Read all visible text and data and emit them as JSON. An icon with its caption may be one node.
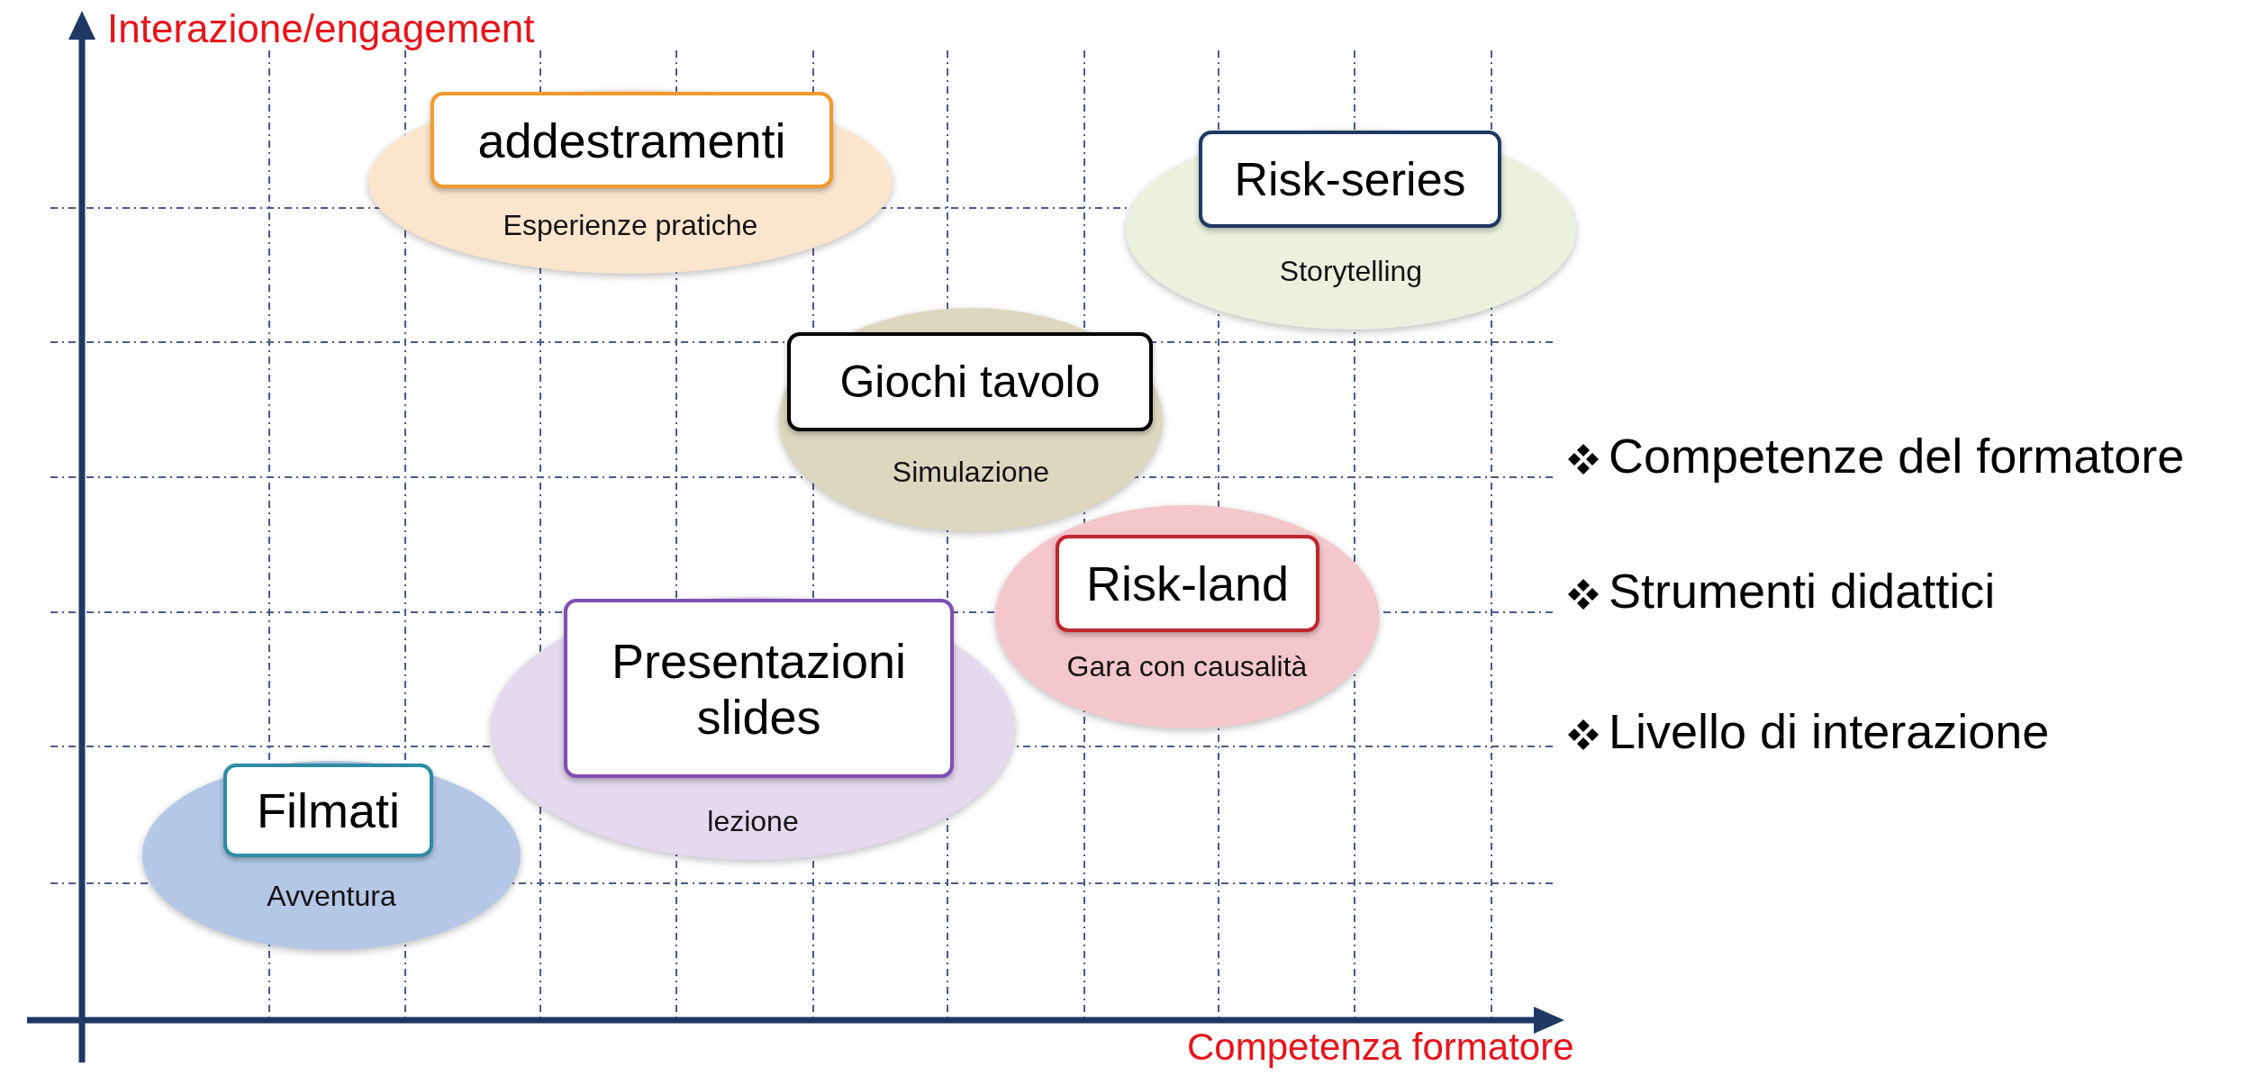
{
  "diagram": {
    "nodes": [
      {
        "text": [
          "Esperienze pratiche"
        ]
      },
      {
        "text": [
          "addestramenti"
        ],
        "in": 0
      },
      {
        "text": [
          "Storytelling"
        ]
      },
      {
        "text": [
          "Risk-series"
        ],
        "in": 2
      },
      {
        "text": [
          "Simulazione"
        ]
      },
      {
        "text": [
          "Giochi tavolo"
        ],
        "in": 4
      },
      {
        "text": [
          "Gara con causalità"
        ]
      },
      {
        "text": [
          "Risk-land"
        ],
        "in": 6
      },
      {
        "text": [
          "lezione"
        ]
      },
      {
        "text": [
          "Presentazioni slides"
        ],
        "in": 8
      },
      {
        "text": [
          "Avventura"
        ]
      },
      {
        "text": [
          "Filmati"
        ],
        "in": 10
      }
    ],
    "edges": [],
    "labels": [
      "Interazione/engagement",
      "Competenze del formatore",
      "Strumenti didattici",
      "Livello di interazione",
      "Competenza formatore"
    ]
  }
}
